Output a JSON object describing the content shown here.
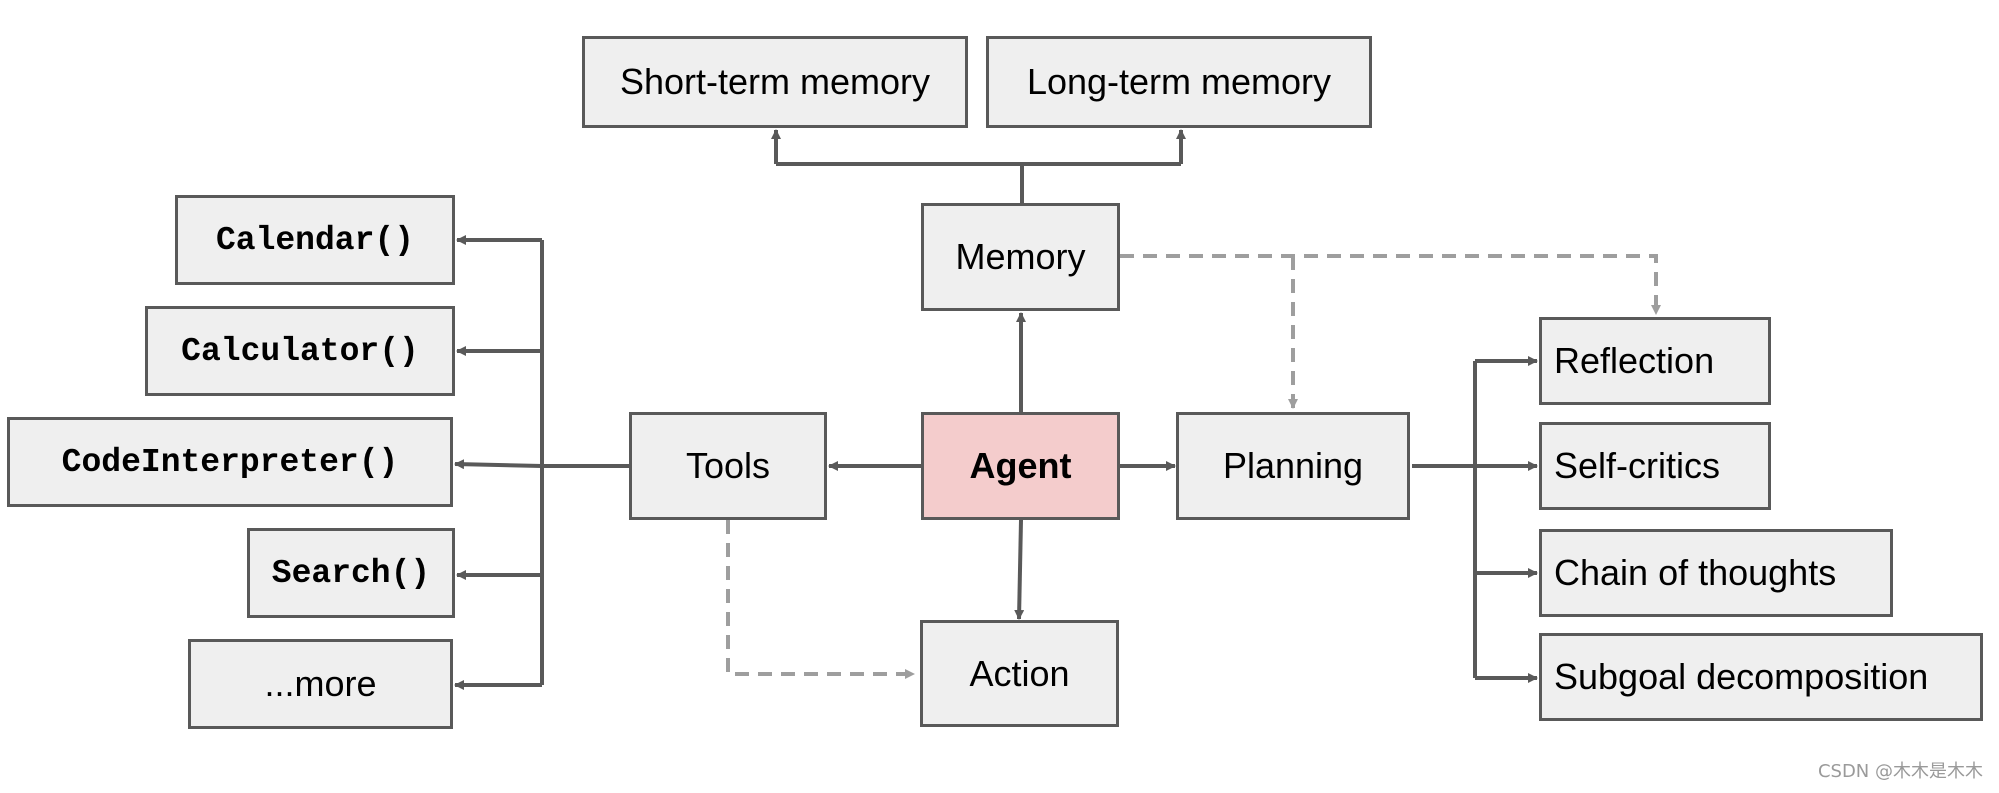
{
  "nodes": {
    "agent": "Agent",
    "memory": "Memory",
    "short_term_memory": "Short-term memory",
    "long_term_memory": "Long-term memory",
    "tools": "Tools",
    "action": "Action",
    "planning": "Planning",
    "calendar": "Calendar()",
    "calculator": "Calculator()",
    "code_interpreter": "CodeInterpreter()",
    "search": "Search()",
    "more": "...more",
    "reflection": "Reflection",
    "self_critics": "Self-critics",
    "chain_of_thoughts": "Chain of thoughts",
    "subgoal_decomposition": "Subgoal decomposition"
  },
  "watermark": "CSDN @木木是木木",
  "colors": {
    "node_fill": "#efefef",
    "agent_fill": "#f4cccc",
    "border": "#595959",
    "solid_edge": "#595959",
    "dashed_edge": "#9e9e9e"
  }
}
